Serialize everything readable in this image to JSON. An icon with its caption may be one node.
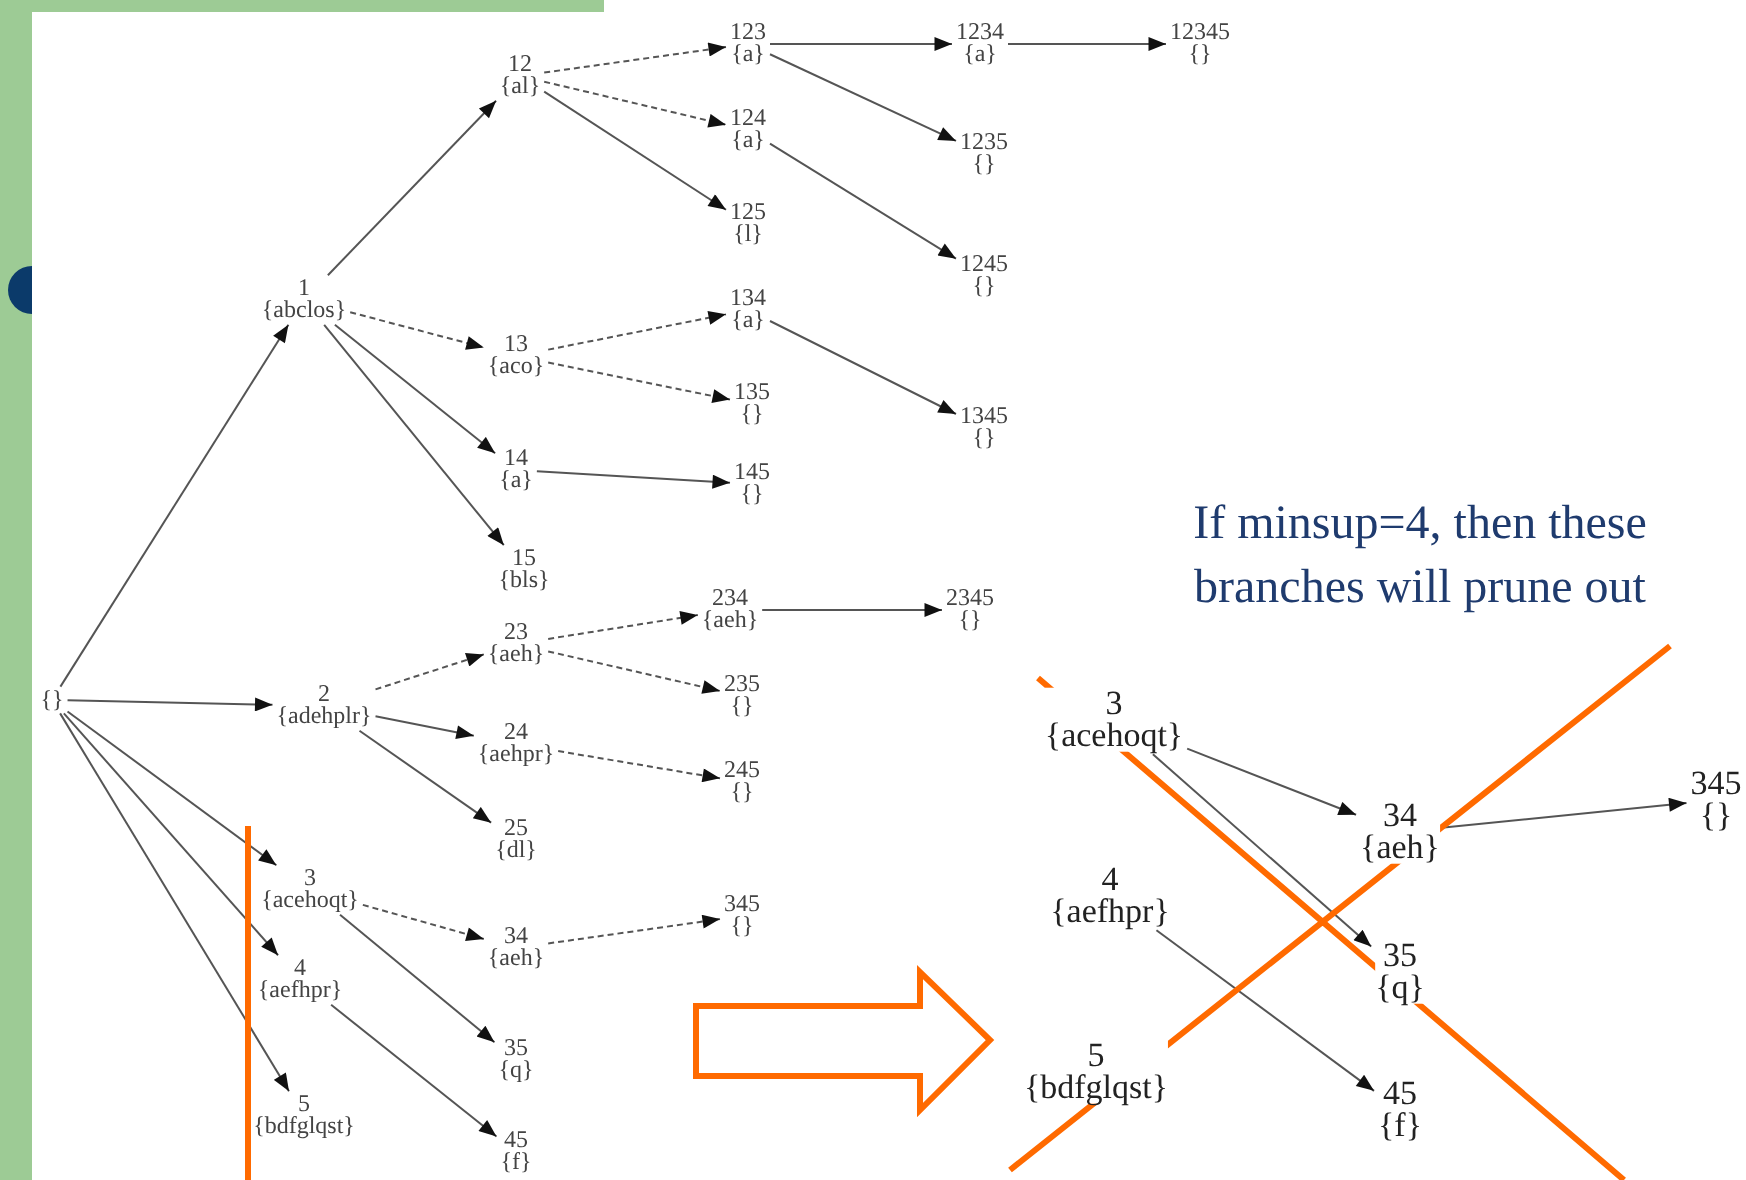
{
  "diagram": {
    "nodes": [
      {
        "text": [
          "{}"
        ]
      },
      {
        "text": [
          "1",
          "{abclos}"
        ]
      },
      {
        "text": [
          "12",
          "{al}"
        ]
      },
      {
        "text": [
          "13",
          "{aco}"
        ]
      },
      {
        "text": [
          "14",
          "{a}"
        ]
      },
      {
        "text": [
          "15",
          "{bls}"
        ]
      },
      {
        "text": [
          "2",
          "{adehplr}"
        ]
      },
      {
        "text": [
          "23",
          "{aeh}"
        ]
      },
      {
        "text": [
          "24",
          "{aehpr}"
        ]
      },
      {
        "text": [
          "25",
          "{dl}"
        ]
      },
      {
        "text": [
          "3",
          "{acehoqt}"
        ]
      },
      {
        "text": [
          "34",
          "{aeh}"
        ]
      },
      {
        "text": [
          "35",
          "{q}"
        ]
      },
      {
        "text": [
          "4",
          "{aefhpr}"
        ]
      },
      {
        "text": [
          "45",
          "{f}"
        ]
      },
      {
        "text": [
          "5",
          "{bdfglqst}"
        ]
      },
      {
        "text": [
          "123",
          "{a}"
        ]
      },
      {
        "text": [
          "124",
          "{a}"
        ]
      },
      {
        "text": [
          "125",
          "{l}"
        ]
      },
      {
        "text": [
          "134",
          "{a}"
        ]
      },
      {
        "text": [
          "135",
          "{}"
        ]
      },
      {
        "text": [
          "145",
          "{}"
        ]
      },
      {
        "text": [
          "234",
          "{aeh}"
        ]
      },
      {
        "text": [
          "235",
          "{}"
        ]
      },
      {
        "text": [
          "245",
          "{}"
        ]
      },
      {
        "text": [
          "345",
          "{}"
        ]
      },
      {
        "text": [
          "1234",
          "{a}"
        ]
      },
      {
        "text": [
          "1235",
          "{}"
        ]
      },
      {
        "text": [
          "1245",
          "{}"
        ]
      },
      {
        "text": [
          "1345",
          "{}"
        ]
      },
      {
        "text": [
          "12345",
          "{}"
        ]
      },
      {
        "text": [
          "2345",
          "{}"
        ]
      },
      {
        "text": [
          "3",
          "{acehoqt}"
        ]
      },
      {
        "text": [
          "4",
          "{aefhpr}"
        ]
      },
      {
        "text": [
          "5",
          "{bdfglqst}"
        ]
      },
      {
        "text": [
          "34",
          "{aeh}"
        ]
      },
      {
        "text": [
          "35",
          "{q}"
        ]
      },
      {
        "text": [
          "45",
          "{f}"
        ]
      },
      {
        "text": [
          "345",
          "{}"
        ]
      }
    ],
    "edges": [
      {
        "from": 0,
        "to": 1,
        "arrow": "to"
      },
      {
        "from": 0,
        "to": 6,
        "arrow": "to"
      },
      {
        "from": 0,
        "to": 10,
        "arrow": "to"
      },
      {
        "from": 0,
        "to": 13,
        "arrow": "to"
      },
      {
        "from": 0,
        "to": 15,
        "arrow": "to"
      },
      {
        "from": 1,
        "to": 2,
        "arrow": "to"
      },
      {
        "from": 1,
        "to": 3,
        "arrow": "to",
        "style": "dashed"
      },
      {
        "from": 1,
        "to": 4,
        "arrow": "to"
      },
      {
        "from": 1,
        "to": 5,
        "arrow": "to"
      },
      {
        "from": 2,
        "to": 16,
        "arrow": "to",
        "style": "dashed"
      },
      {
        "from": 2,
        "to": 17,
        "arrow": "to",
        "style": "dashed"
      },
      {
        "from": 2,
        "to": 18,
        "arrow": "to"
      },
      {
        "from": 3,
        "to": 19,
        "arrow": "to",
        "style": "dashed"
      },
      {
        "from": 3,
        "to": 20,
        "arrow": "to",
        "style": "dashed"
      },
      {
        "from": 4,
        "to": 21,
        "arrow": "to"
      },
      {
        "from": 6,
        "to": 7,
        "arrow": "to",
        "style": "dashed"
      },
      {
        "from": 6,
        "to": 8,
        "arrow": "to"
      },
      {
        "from": 6,
        "to": 9,
        "arrow": "to"
      },
      {
        "from": 7,
        "to": 22,
        "arrow": "to",
        "style": "dashed"
      },
      {
        "from": 7,
        "to": 23,
        "arrow": "to",
        "style": "dashed"
      },
      {
        "from": 8,
        "to": 24,
        "arrow": "to",
        "style": "dashed"
      },
      {
        "from": 10,
        "to": 11,
        "arrow": "to",
        "style": "dashed"
      },
      {
        "from": 10,
        "to": 12,
        "arrow": "to"
      },
      {
        "from": 13,
        "to": 14,
        "arrow": "to"
      },
      {
        "from": 11,
        "to": 25,
        "arrow": "to",
        "style": "dashed"
      },
      {
        "from": 16,
        "to": 26,
        "arrow": "to"
      },
      {
        "from": 16,
        "to": 27,
        "arrow": "to"
      },
      {
        "from": 17,
        "to": 28,
        "arrow": "to"
      },
      {
        "from": 19,
        "to": 29,
        "arrow": "to"
      },
      {
        "from": 26,
        "to": 30,
        "arrow": "to"
      },
      {
        "from": 22,
        "to": 31,
        "arrow": "to"
      },
      {
        "from": 32,
        "to": 35,
        "arrow": "to"
      },
      {
        "from": 32,
        "to": 36,
        "arrow": "to"
      },
      {
        "from": 33,
        "to": 37,
        "arrow": "to"
      },
      {
        "from": 35,
        "to": 38,
        "arrow": "to"
      }
    ],
    "labels": [
      "If minsup=4, then these branches will prune out"
    ]
  }
}
